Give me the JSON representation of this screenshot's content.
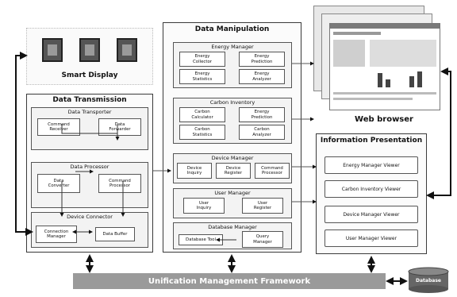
{
  "smart_display": {
    "label": "Smart Display"
  },
  "web_browser": {
    "label": "Web browser"
  },
  "data_transmission": {
    "title": "Data Transmission",
    "transport": {
      "title": "Data Transporter",
      "c1": "Command\nReceiver",
      "c2": "Data\nForwarder"
    },
    "processor": {
      "title": "Data Processor",
      "c1": "Data\nConverter",
      "c2": "Command\nProcessor"
    },
    "connector": {
      "title": "Device Connector",
      "c1": "Connection\nManager",
      "c2": "Data Buffer"
    }
  },
  "data_manipulation": {
    "title": "Data Manipulation",
    "energy": {
      "title": "Energy Manager",
      "c1": "Energy\nCollector",
      "c2": "Energy\nPrediction",
      "c3": "Energy\nStatistics",
      "c4": "Energy\nAnalyzer"
    },
    "carbon": {
      "title": "Carbon Inventory",
      "c1": "Carbon\nCalculator",
      "c2": "Energy\nPrediction",
      "c3": "Carbon\nStatistics",
      "c4": "Carbon\nAnalyzer"
    },
    "device": {
      "title": "Device Manager",
      "c1": "Device\nInquiry",
      "c2": "Device\nRegister",
      "c3": "Command\nProcessor"
    },
    "user": {
      "title": "User Manager",
      "c1": "User\nInquiry",
      "c2": "User\nRegister"
    },
    "database": {
      "title": "Database Manager",
      "c1": "Database Tool",
      "c2": "Query\nManager"
    }
  },
  "information_presentation": {
    "title": "Information Presentation",
    "viewers": [
      "Energy Manager Viewer",
      "Carbon Inventory Viewer",
      "Device Manager Viewer",
      "User Manager Viewer"
    ]
  },
  "framework": {
    "label": "Unification Management Framework"
  },
  "database": {
    "label": "Database"
  }
}
